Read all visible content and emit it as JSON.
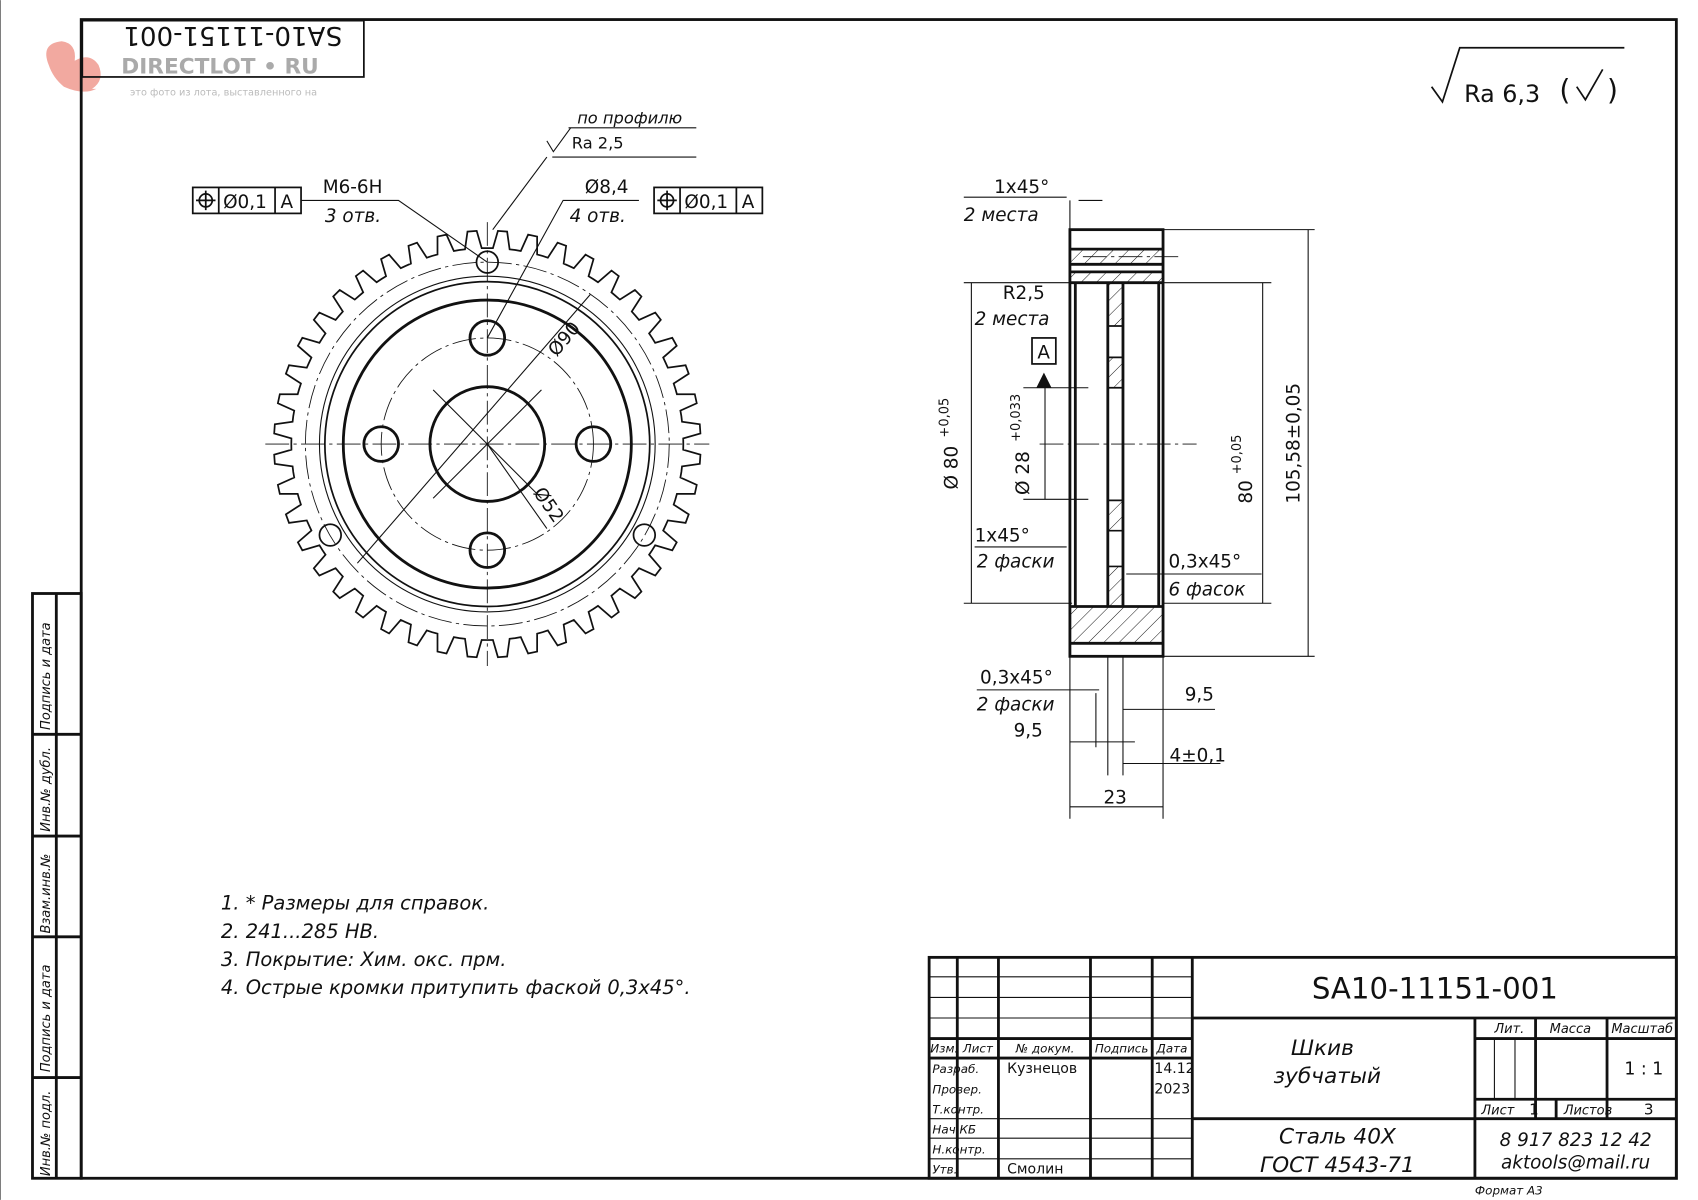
{
  "stamp_top_left": "SA10-11151-001",
  "watermark": {
    "caption": "это фото из лота, выставленного на",
    "brand": "DIRECTLOT • RU"
  },
  "roughness": {
    "general": "Ra 6,3",
    "profile_label": "по профилю",
    "profile_value": "Ra 2,5"
  },
  "front_view": {
    "tol_left": {
      "value": "Ø0,1",
      "datum": "A"
    },
    "tol_right": {
      "value": "Ø0,1",
      "datum": "A"
    },
    "thread": "M6-6H",
    "thread_count": "3 отв.",
    "hole": "Ø8,4",
    "hole_count": "4 отв.",
    "dia_90": "Ø90",
    "dia_52": "Ø52"
  },
  "side_view": {
    "chamfer_top": "1x45°",
    "chamfer_top_count": "2 места",
    "radius": "R2,5",
    "radius_count": "2 места",
    "datum": "A",
    "dia_80": "Ø 80",
    "dia_80_tol": "+0,05",
    "dia_28": "Ø 28",
    "dia_28_tol": "+0,033",
    "dim_80": "80",
    "dim_80_tol": "+0,05",
    "dim_105": "105,58±0,05",
    "chamfer_mid": "1x45°",
    "chamfer_mid_count": "2 фаски",
    "chamfer_small": "0,3x45°",
    "chamfer_small_count": "6 фасок",
    "chamfer_bottom": "0,3x45°",
    "chamfer_bottom_count": "2 фаски",
    "dim_9_5_right": "9,5",
    "dim_9_5_left": "9,5",
    "dim_4": "4±0,1",
    "dim_23": "23"
  },
  "notes": [
    "1. * Размеры для справок.",
    "2. 241...285 HB.",
    "3. Покрытие: Хим. окс. прм.",
    "4. Острые кромки притупить фаской 0,3x45°."
  ],
  "side_strip": [
    "Инв.№ подл.",
    "Подпись и дата",
    "Взам.инв.№",
    "Инв.№ дубл.",
    "Подпись и дата"
  ],
  "title_block": {
    "designation": "SA10-11151-001",
    "name_line1": "Шкив",
    "name_line2": "зубчатый",
    "material_line1": "Сталь 40Х",
    "material_line2": "ГОСТ 4543-71",
    "headers": {
      "izm": "Изм.",
      "list": "Лист",
      "doc": "№ докум.",
      "sign": "Подпись",
      "date": "Дата"
    },
    "roles": [
      {
        "role": "Разраб.",
        "name": "Кузнецов",
        "date": "14.12"
      },
      {
        "role": "Провер.",
        "name": "",
        "date": "2023"
      },
      {
        "role": "Т.контр.",
        "name": "",
        "date": ""
      },
      {
        "role": "Нач.КБ",
        "name": "",
        "date": ""
      },
      {
        "role": "Н.контр.",
        "name": "",
        "date": ""
      },
      {
        "role": "Утв.",
        "name": "Смолин",
        "date": ""
      }
    ],
    "lit_label": "Лит.",
    "mass_label": "Масса",
    "scale_label": "Масштаб",
    "scale": "1 : 1",
    "sheet_label": "Лист",
    "sheet": "1",
    "sheets_label": "Листов",
    "sheets": "3",
    "phone": "8 917 823 12 42",
    "email": "aktools@mail.ru",
    "format": "Формат А3"
  }
}
